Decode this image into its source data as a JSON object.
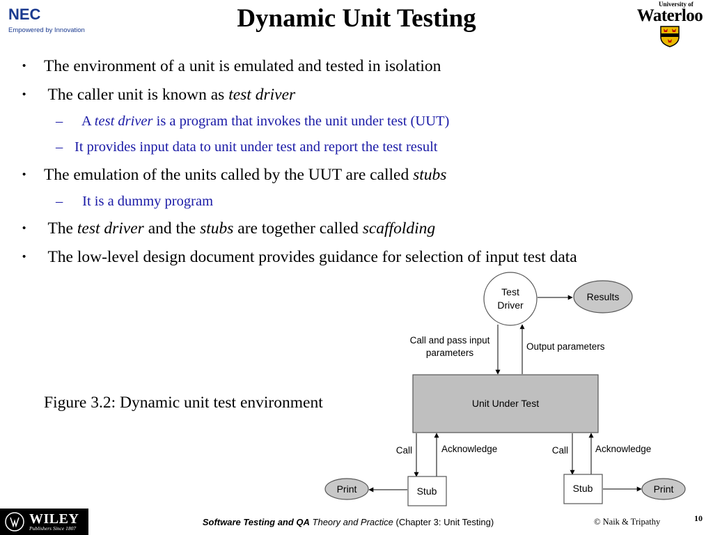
{
  "header": {
    "title": "Dynamic Unit Testing",
    "nec_logo": {
      "word": "NEC",
      "tagline": "Empowered by Innovation"
    },
    "uw_logo": {
      "small": "University of",
      "big": "Waterloo"
    }
  },
  "content": {
    "bullet1": "The environment of a unit is emulated and tested in isolation",
    "bullet2": {
      "pre": " The caller unit is known as ",
      "em": "test driver"
    },
    "bullet2_sub1": {
      "pre": " A ",
      "em": "test driver",
      "post": " is a program that invokes the unit under test (UUT)"
    },
    "bullet2_sub2": "It provides input data to unit under test and report the test result",
    "bullet3": {
      "pre": "The emulation of the units called by the UUT are called ",
      "em": "stubs"
    },
    "bullet3_sub1": " It is a dummy program",
    "bullet4": {
      "t1": " The ",
      "em1": "test driver",
      "t2": " and the ",
      "em2": "stubs",
      "t3": " are together called ",
      "em3": "scaffolding"
    },
    "bullet5": " The low-level design document provides guidance for selection of input test data",
    "bullet_marker": "•",
    "sub_marker": "–",
    "figure_caption": "Figure 3.2: Dynamic unit test environment"
  },
  "diagram": {
    "test_driver": [
      "Test",
      "Driver"
    ],
    "results": "Results",
    "call_and_pass": [
      "Call and pass input",
      "parameters"
    ],
    "output_parameters": "Output parameters",
    "unit_under_test": "Unit Under Test",
    "call_left": "Call",
    "ack_left": "Acknowledge",
    "call_right": "Call",
    "ack_right": "Acknowledge",
    "stub_left": "Stub",
    "stub_right": "Stub",
    "print_left": "Print",
    "print_right": "Print",
    "colors": {
      "uut_fill": "#bfbfbf",
      "oval_fill": "#c8c8c8",
      "stroke": "#555555"
    }
  },
  "footer": {
    "wiley_word": "WILEY",
    "wiley_sub": "Publishers Since 1807",
    "book_title": "Software Testing and QA",
    "book_subtitle": " Theory and Practice",
    "chapter": " (Chapter 3: Unit Testing)",
    "copyright": "© Naik & Tripathy",
    "page_number": "10"
  }
}
